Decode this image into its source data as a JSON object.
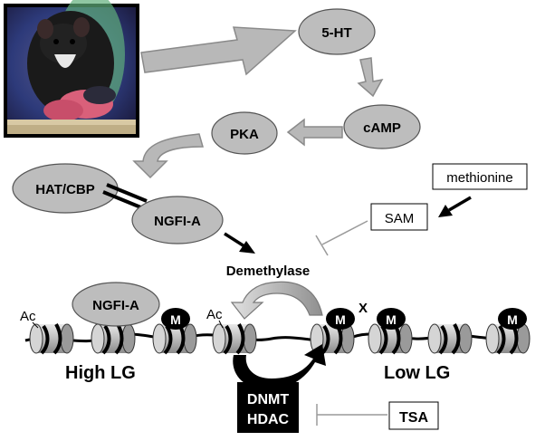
{
  "nodes": {
    "serotonin": "5-HT",
    "camp": "cAMP",
    "pka": "PKA",
    "hat_cbp": "HAT/CBP",
    "ngfia_top": "NGFI-A",
    "ngfia_chromatin": "NGFI-A",
    "methionine": "methionine",
    "sam": "SAM",
    "demethylase": "Demethylase",
    "dnmt": "DNMT",
    "hdac": "HDAC",
    "tsa": "TSA",
    "high_lg": "High LG",
    "low_lg": "Low LG"
  },
  "marks": {
    "acetyl": "Ac",
    "methyl": "M",
    "blocked": "X"
  },
  "photo": {
    "icon": "rat-mother-nursing-pups-photo"
  },
  "colors": {
    "node_fill": "#bdbdbd",
    "arrow_gray": "#b3b3b3",
    "inhibit_line": "#9a9a9a",
    "dnmt_box": "#000000",
    "nucleosome": "#c8c8c8"
  }
}
